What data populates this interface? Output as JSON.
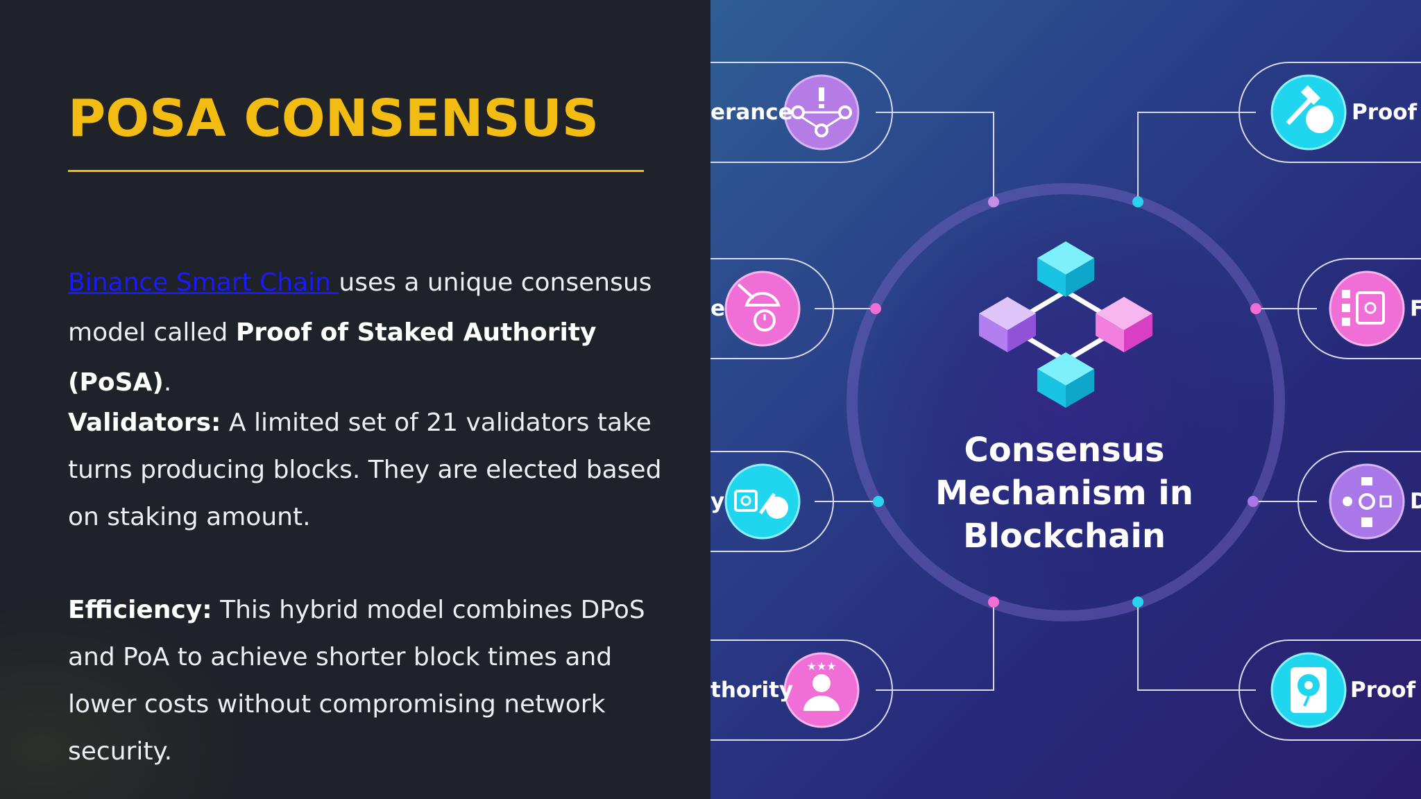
{
  "slide": {
    "title": "POSA CONSENSUS",
    "intro": {
      "link_text": "Binance Smart Chain ",
      "text_a": "uses a unique consensus model called ",
      "bold": "Proof of Staked Authority (PoSA)",
      "text_b": "."
    },
    "validators": {
      "label": "Validators:",
      "text": " A limited set of 21 validators take turns producing blocks. They are elected based on staking amount."
    },
    "efficiency": {
      "label": "Efficiency:",
      "text": " This hybrid model combines DPoS and PoA to achieve shorter block times and lower costs without compromising network security."
    }
  },
  "diagram": {
    "center_title": [
      "Consensus",
      "Mechanism in",
      "Blockchain"
    ],
    "labels": {
      "top_left": "erance",
      "mid_left_upper": "e",
      "mid_left_lower": "y",
      "bottom_left": "thority",
      "top_right": "Proof",
      "mid_right_upper": "F",
      "mid_right_lower": "D",
      "bottom_right": "Proof"
    },
    "colors": {
      "accent_yellow": "#f3bc13",
      "pink": "#ef6fd6",
      "purple": "#a977e8",
      "cyan": "#1fd6ee"
    },
    "icons": [
      "network-warning-icon",
      "worker-clock-icon",
      "safe-hammer-icon",
      "star-person-icon",
      "hammer-coin-icon",
      "safe-blocks-icon",
      "delegate-network-icon",
      "storage-drive-icon",
      "blockchain-cubes-icon"
    ]
  }
}
